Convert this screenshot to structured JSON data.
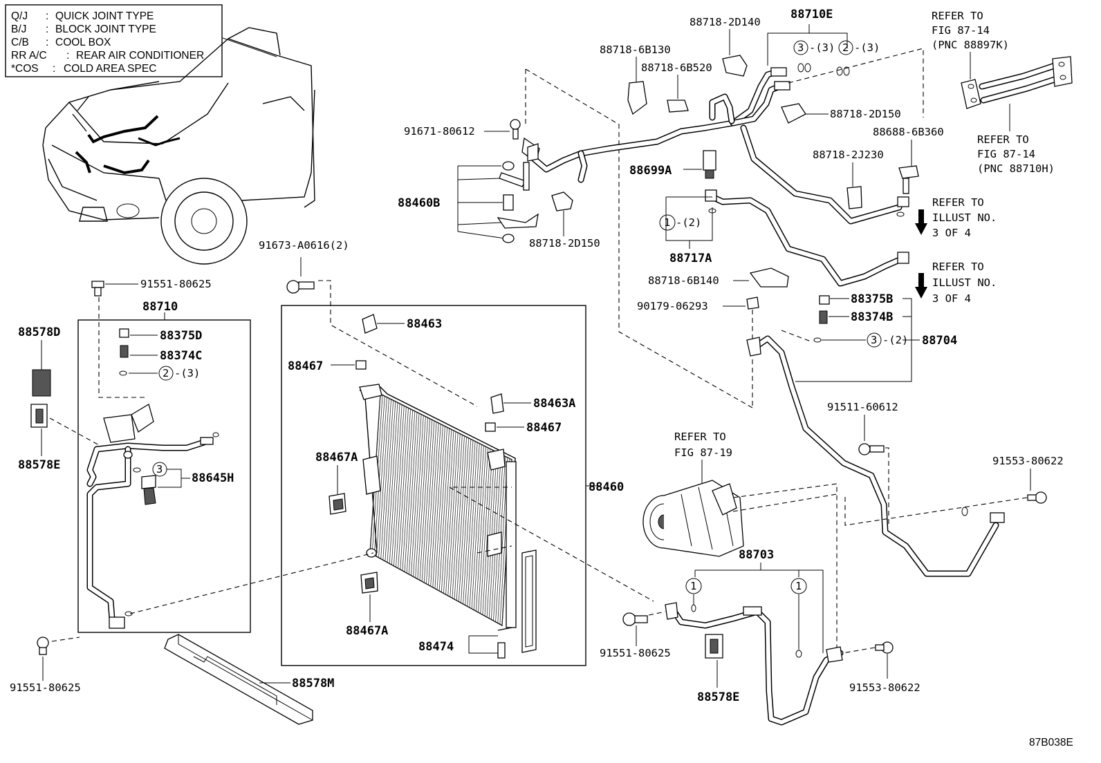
{
  "legend": [
    {
      "code": "Q/J",
      "text": "QUICK JOINT TYPE"
    },
    {
      "code": "B/J",
      "text": "BLOCK JOINT TYPE"
    },
    {
      "code": "C/B",
      "text": "COOL BOX"
    },
    {
      "code": "RR A/C",
      "text": "REAR AIR CONDITIONER"
    },
    {
      "code": "*COS",
      "text": "COLD AREA SPEC"
    }
  ],
  "labels": {
    "p88718_2D140": "88718-2D140",
    "p88710E": "88710E",
    "p88718_6B130": "88718-6B130",
    "p88718_6B520": "88718-6B520",
    "p91671_80612": "91671-80612",
    "p88718_2D150_a": "88718-2D150",
    "p88688_6B360": "88688-6B360",
    "p88699A": "88699A",
    "p88718_2J230": "88718-2J230",
    "p88460B": "88460B",
    "p88718_2D150_b": "88718-2D150",
    "p88717A": "88717A",
    "p91673_A0616": "91673-A0616(2)",
    "p88718_6B140": "88718-6B140",
    "p91551_80625_top": "91551-80625",
    "p90179_06293": "90179-06293",
    "p88375B": "88375B",
    "p88374B": "88374B",
    "p88704": "88704",
    "p88710": "88710",
    "p88578D": "88578D",
    "p88375D": "88375D",
    "p88374C": "88374C",
    "p88463": "88463",
    "p88467_a": "88467",
    "p88463A": "88463A",
    "p88467_b": "88467",
    "p88578E_left": "88578E",
    "p88645H": "88645H",
    "p88467A_a": "88467A",
    "p88460": "88460",
    "p91511_60612": "91511-60612",
    "p91553_80622_r": "91553-80622",
    "p88703": "88703",
    "p88467A_b": "88467A",
    "p88474": "88474",
    "p91551_80625_left": "91551-80625",
    "p88578M": "88578M",
    "p91551_80625_mid": "91551-80625",
    "p88578E_bottom": "88578E",
    "p91553_80622_b": "91553-80622"
  },
  "qty": {
    "q3_top": "-(3)",
    "q2_top": "-(3)",
    "q1_88717A": "-(2)",
    "q2_88710": "-(3)",
    "q3_88704": "-(2)"
  },
  "circles": {
    "c3_top": "3",
    "c2_top": "2",
    "c1_88717A": "1",
    "c2_88710": "2",
    "c3_88645H": "3",
    "c3_88704": "3",
    "c1_88703_a": "1",
    "c1_88703_b": "1"
  },
  "references": {
    "fig_top_1": "REFER TO",
    "fig_top_2": "FIG 87-14",
    "fig_top_3": "(PNC 88897K)",
    "fig_mid_1": "REFER TO",
    "fig_mid_2": "FIG 87-14",
    "fig_mid_3": "(PNC 88710H)",
    "illust_a_1": "REFER TO",
    "illust_a_2": "ILLUST NO.",
    "illust_a_3": "3 OF 4",
    "illust_b_1": "REFER TO",
    "illust_b_2": "ILLUST NO.",
    "illust_b_3": "3 OF 4",
    "comp_1": "REFER TO",
    "comp_2": "FIG 87-19"
  },
  "figure_id": "87B038E"
}
